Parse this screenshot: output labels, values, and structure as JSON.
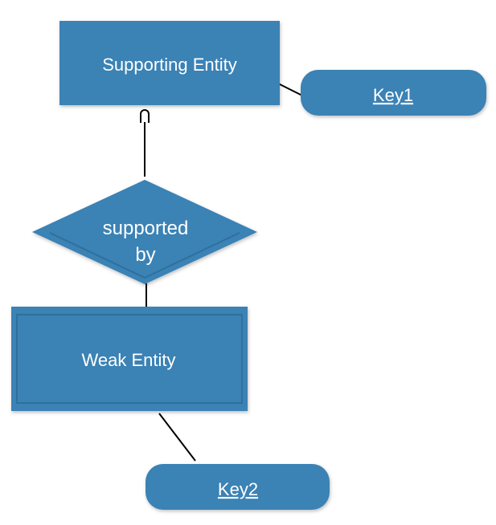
{
  "diagram": {
    "supporting_entity": {
      "label": "Supporting Entity"
    },
    "key1": {
      "label": "Key1"
    },
    "relationship": {
      "line1": "supported",
      "line2": "by"
    },
    "weak_entity": {
      "label": "Weak Entity"
    },
    "key2": {
      "label": "Key2"
    }
  },
  "colors": {
    "shape_fill": "#3b82b5",
    "shape_edge": "#2f6f9d",
    "inner_border": "#4b91c1",
    "connector": "#000000",
    "text": "#ffffff"
  }
}
